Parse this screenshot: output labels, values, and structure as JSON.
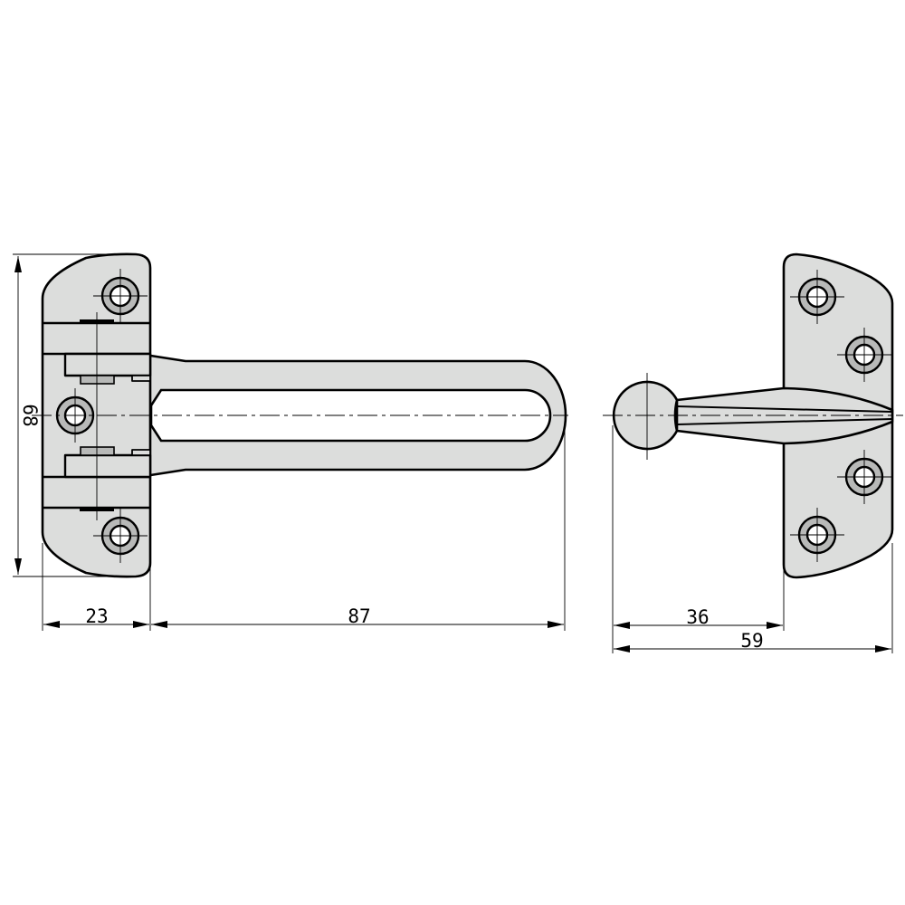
{
  "drawing": {
    "title": "Door guard technical drawing",
    "colors": {
      "part_fill": "#dcdddc",
      "ring_fill": "#b8b9b8",
      "line": "#000000",
      "background": "#ffffff"
    },
    "views": [
      {
        "name": "latch-arm-view",
        "description": "Base plate with U-shaped swing arm"
      },
      {
        "name": "receiver-view",
        "description": "Receiver plate with ball knob"
      }
    ],
    "dimensions": {
      "height": "68",
      "plate_width": "23",
      "arm_length": "87",
      "knob_reach": "36",
      "receiver_total": "59"
    }
  }
}
